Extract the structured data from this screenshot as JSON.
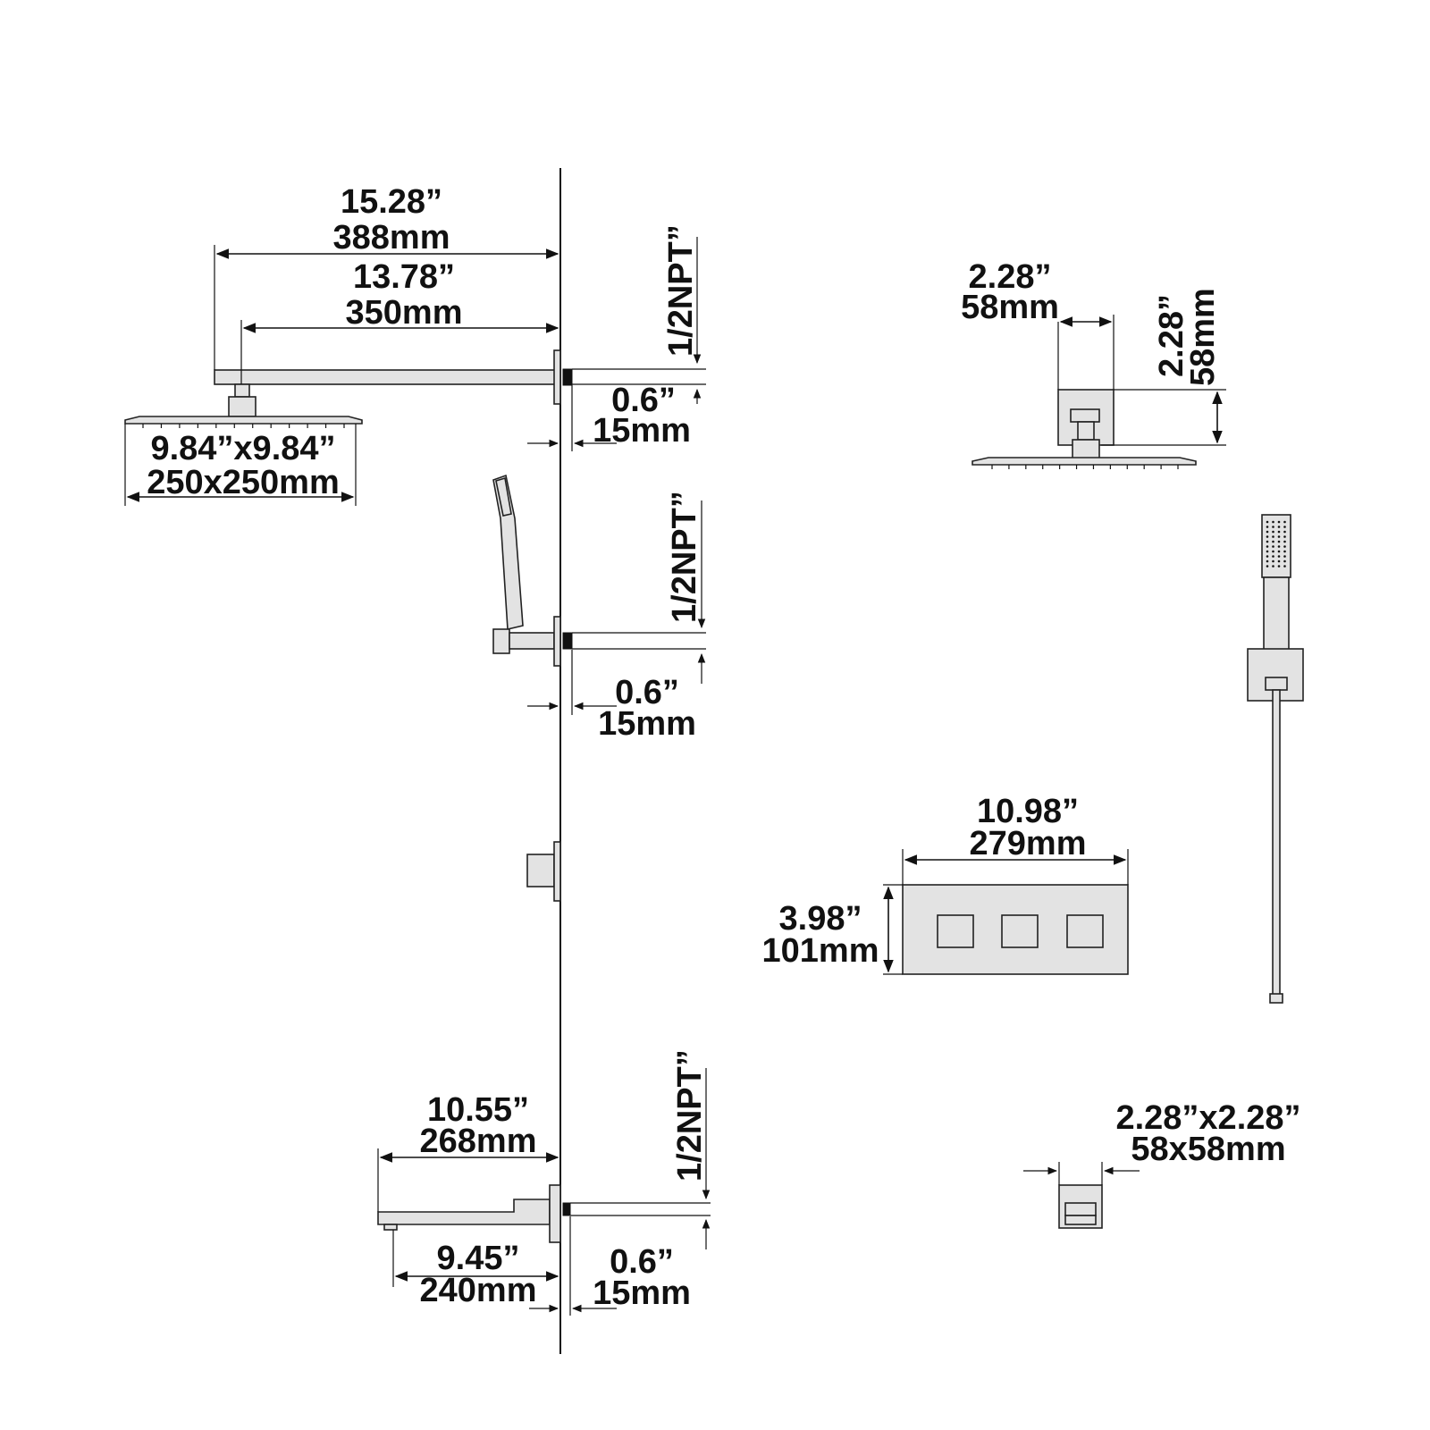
{
  "colors": {
    "line": "#111111",
    "part_fill": "#e3e3e3",
    "background": "#ffffff"
  },
  "shower_arm": {
    "length_total_in": "15.28”",
    "length_total_mm": "388mm",
    "length_arm_in": "13.78”",
    "length_arm_mm": "350mm",
    "thread": "1/2NPT”",
    "wall_offset_in": "0.6”",
    "wall_offset_mm": "15mm"
  },
  "rain_head": {
    "size_in": "9.84”x9.84”",
    "size_mm": "250x250mm"
  },
  "hand_shower_outlet": {
    "thread": "1/2NPT”",
    "wall_offset_in": "0.6”",
    "wall_offset_mm": "15mm"
  },
  "tub_spout": {
    "length_total_in": "10.55”",
    "length_total_mm": "268mm",
    "thread": "1/2NPT”",
    "length_spout_in": "9.45”",
    "length_spout_mm": "240mm",
    "wall_offset_in": "0.6”",
    "wall_offset_mm": "15mm"
  },
  "head_connector": {
    "width_in": "2.28”",
    "width_mm": "58mm",
    "height_in": "2.28”",
    "height_mm": "58mm"
  },
  "valve_plate": {
    "width_in": "10.98”",
    "width_mm": "279mm",
    "height_in": "3.98”",
    "height_mm": "101mm"
  },
  "elbow_outlet": {
    "size_in": "2.28”x2.28”",
    "size_mm": "58x58mm"
  }
}
